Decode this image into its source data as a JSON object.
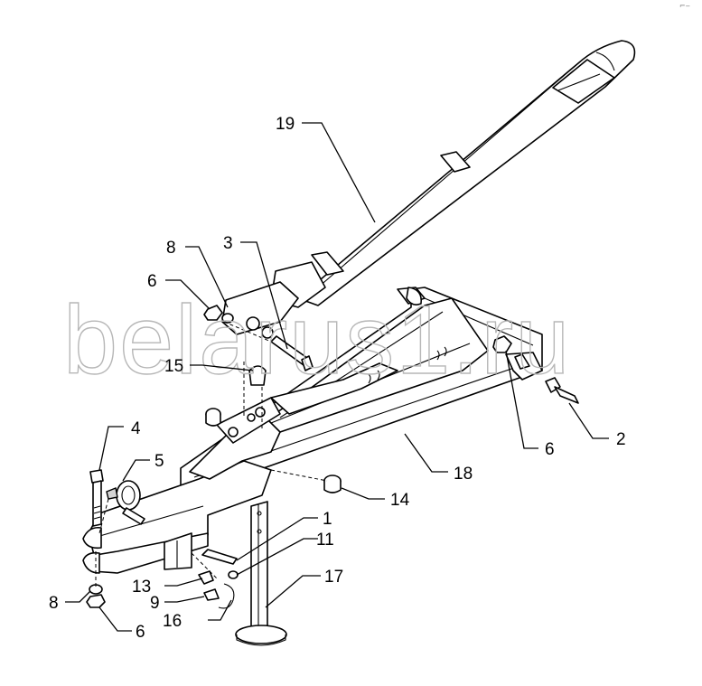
{
  "watermark": "belarus1.ru",
  "corner_mark": "⌐‒",
  "callouts": {
    "c1": "1",
    "c2": "2",
    "c3": "3",
    "c4": "4",
    "c5": "5",
    "c6a": "6",
    "c6b": "6",
    "c6c": "6",
    "c8a": "8",
    "c8b": "8",
    "c9": "9",
    "c11": "11",
    "c13": "13",
    "c14": "14",
    "c15": "15",
    "c16": "16",
    "c17": "17",
    "c18": "18",
    "c19": "19"
  }
}
